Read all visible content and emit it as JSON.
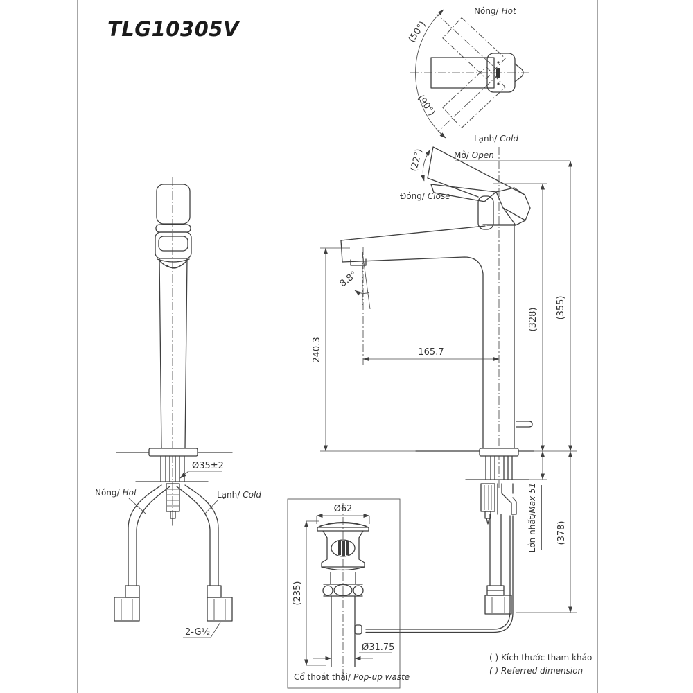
{
  "title": "TLG10305V",
  "colors": {
    "line": "#3f3f3f",
    "text": "#343434",
    "page_border": "#9a9a9a",
    "background": "#ffffff"
  },
  "top_view": {
    "hot_vi": "Nóng/",
    "hot_en": "Hot",
    "cold_vi": "Lạnh/",
    "cold_en": "Cold",
    "angle_upper": "(50°)",
    "angle_lower": "(90°)"
  },
  "side_view": {
    "open_vi": "Mở/",
    "open_en": "Open",
    "close_vi": "Đóng/",
    "close_en": "Close",
    "open_angle": "(22°)",
    "spout_angle": "8.8°",
    "height_to_spout": "240.3",
    "spout_reach": "165.7",
    "height_closed": "(328)",
    "height_open": "(355)",
    "under_counter": "(378)",
    "max_counter_vi": "Lớn nhất/",
    "max_counter_en": "Max 51"
  },
  "front_view": {
    "hot_vi": "Nóng/",
    "hot_en": "Hot",
    "cold_vi": "Lạnh/",
    "cold_en": "Cold",
    "shank_dia": "Ø35±2",
    "thread": "2-G½"
  },
  "popup_waste": {
    "top_dia": "Ø62",
    "height": "(235)",
    "pipe_dia": "Ø31.75",
    "caption_vi": "Cổ thoát thải/",
    "caption_en": "Pop-up waste"
  },
  "notes": {
    "line1": "( ) Kích thước tham khảo",
    "line2": "( ) Referred dimension"
  }
}
